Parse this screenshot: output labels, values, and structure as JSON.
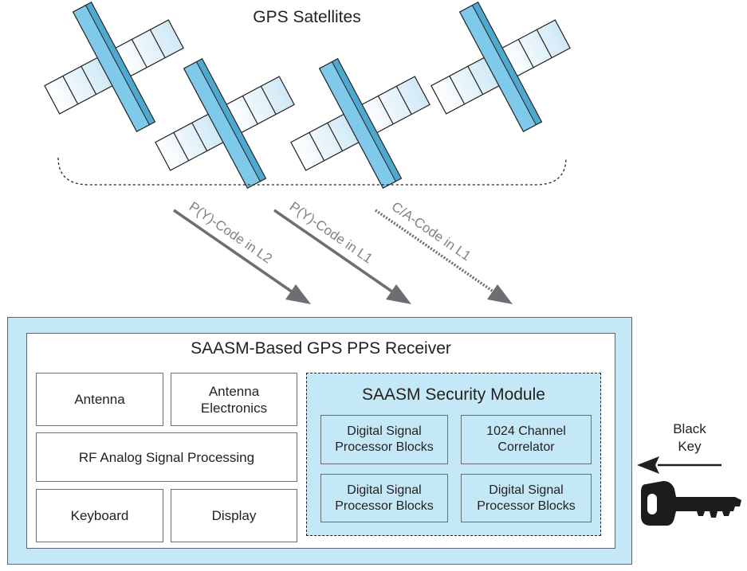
{
  "diagram": {
    "top_title": "GPS Satellites",
    "signals": [
      "P(Y)-Code in L2",
      "P(Y)-Code in L1",
      "C/A-Code in L1"
    ],
    "receiver": {
      "title": "SAASM-Based GPS PPS Receiver",
      "blocks": {
        "antenna": "Antenna",
        "antenna_electronics": "Antenna Electronics",
        "rf": "RF Analog Signal Processing",
        "keyboard": "Keyboard",
        "display": "Display"
      },
      "security_module": {
        "title": "SAASM Security Module",
        "blocks": [
          "Digital Signal Processor Blocks",
          "1024 Channel Correlator",
          "Digital Signal Processor Blocks",
          "Digital Signal Processor Blocks"
        ]
      }
    },
    "key_label": "Black Key",
    "colors": {
      "panel_blue": "#7fc9ea",
      "light_blue": "#c5e8f7",
      "arrow_gray": "#6d6e71",
      "text_gray": "#808285",
      "key_black": "#1c1c1c"
    },
    "icons": [
      "satellite-icon",
      "key-icon",
      "arrow-icon"
    ]
  }
}
